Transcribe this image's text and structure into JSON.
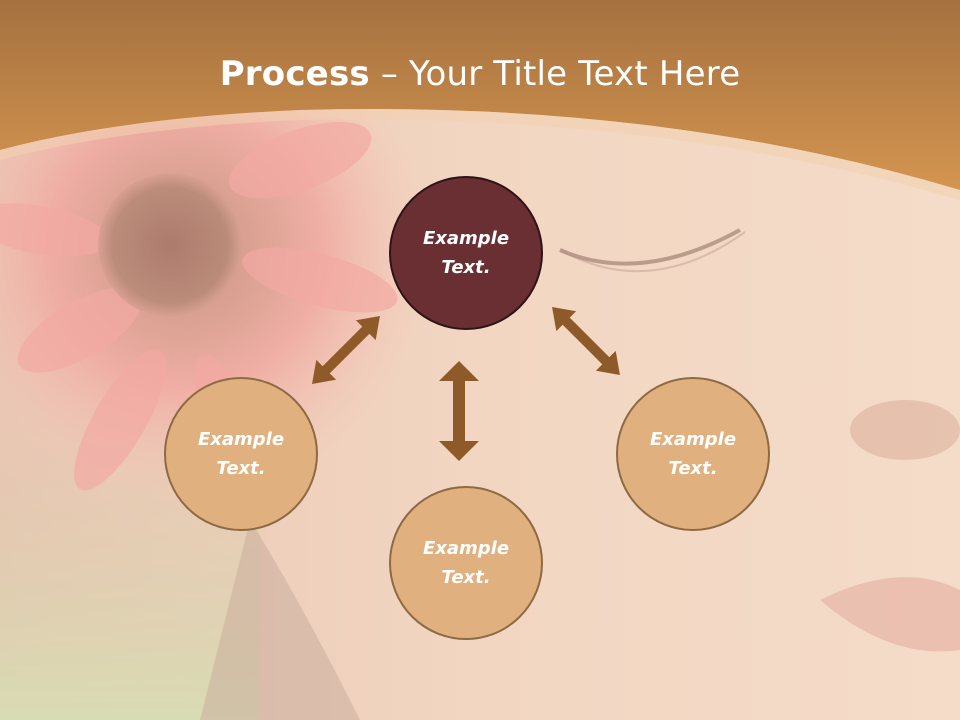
{
  "slide": {
    "title_strong": "Process",
    "title_rest": " – Your Title Text Here"
  },
  "nodes": {
    "top": "Example\nText.",
    "left": "Example\nText.",
    "bottom": "Example\nText.",
    "right": "Example\nText."
  },
  "colors": {
    "header": "#c9894a",
    "top_node": "#6a2f33",
    "light_node": "#e0b07e",
    "arrow": "#8e5a2a"
  }
}
